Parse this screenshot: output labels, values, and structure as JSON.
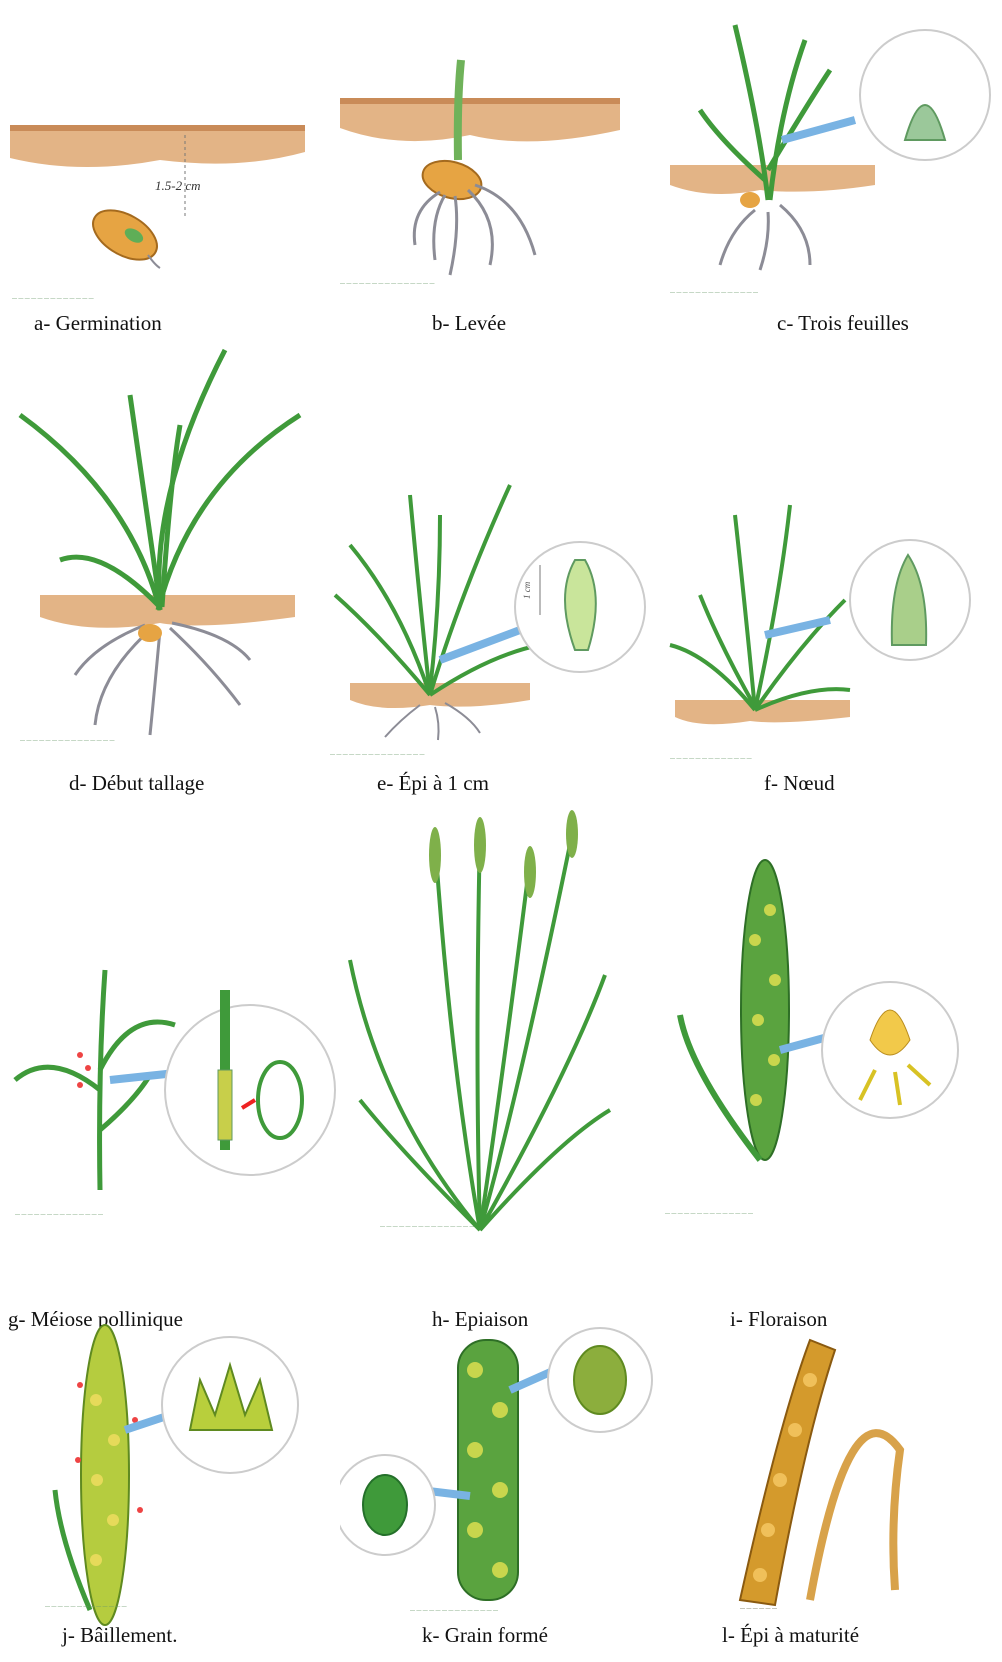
{
  "stages": [
    {
      "id": "a",
      "caption": "a- Germination",
      "sowing_depth": "1.5-2 cm"
    },
    {
      "id": "b",
      "caption": "b- Levée"
    },
    {
      "id": "c",
      "caption": "c- Trois feuilles"
    },
    {
      "id": "d",
      "caption": "d- Début tallage"
    },
    {
      "id": "e",
      "caption": "e- Épi à 1 cm",
      "inset_label": "1 cm"
    },
    {
      "id": "f",
      "caption": "f- Nœud"
    },
    {
      "id": "g",
      "caption": "g- Méiose pollinique"
    },
    {
      "id": "h",
      "caption": "h- Epiaison"
    },
    {
      "id": "i",
      "caption": "i- Floraison"
    },
    {
      "id": "j",
      "caption": "j- Bâillement."
    },
    {
      "id": "k",
      "caption": "k- Grain formé"
    },
    {
      "id": "l",
      "caption": "l- Épi à maturité"
    }
  ],
  "colors": {
    "soil": "#e3b486",
    "soil_dark": "#c98b58",
    "leaf": "#3f9a3a",
    "leaf_dark": "#24702a",
    "root": "#8c8c96",
    "seed": "#e6a443",
    "arrow": "#79b3e3",
    "mature": "#d49a2c"
  }
}
